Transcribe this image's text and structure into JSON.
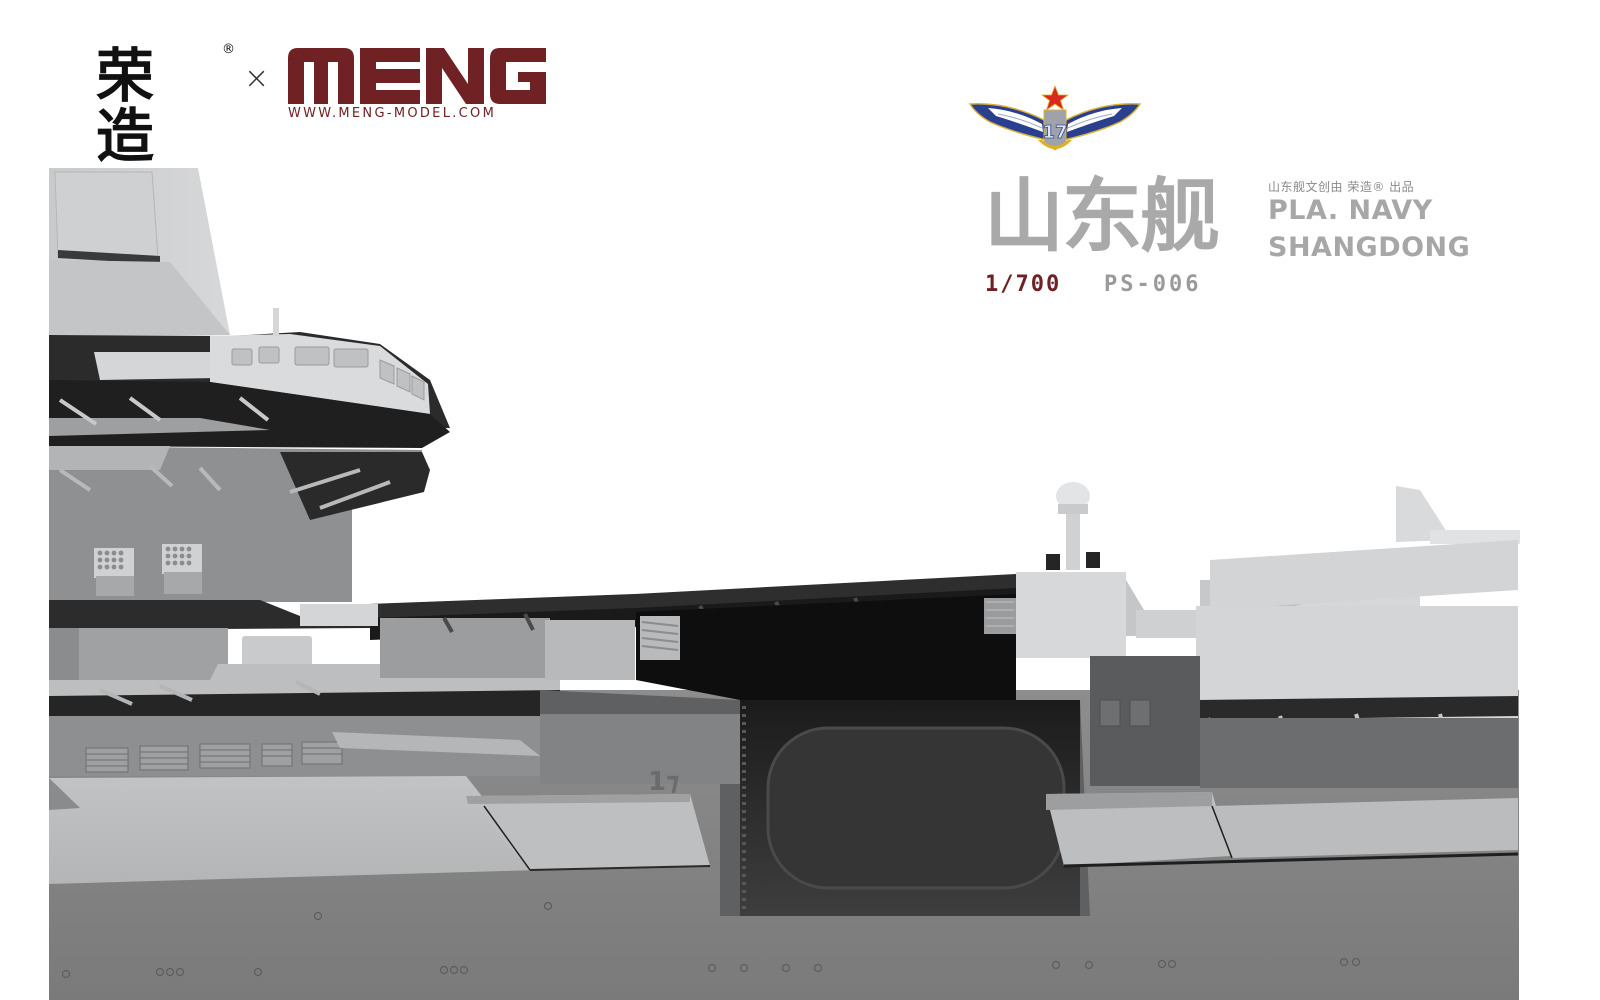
{
  "brand": {
    "partner_name_cn": "荣造",
    "registered_mark": "®",
    "separator": "×",
    "logo_text": "MENG",
    "website": "WWW.MENG-MODEL.COM",
    "logo_color": "#6f2124"
  },
  "badge": {
    "icon": "naval-aviation-wings-badge",
    "number": "17",
    "colors": {
      "star": "#d9281e",
      "wings": "#2b3f8f",
      "anchor": "#e0b020"
    }
  },
  "product": {
    "title_cn": "山东舰",
    "tagline_cn": "山东舰文创由 荣造® 出品",
    "title_en_line1": "PLA. NAVY",
    "title_en_line2": "SHANGDONG",
    "scale": "1/700",
    "code": "PS-006",
    "scale_color": "#6f2124",
    "title_color": "#a9a9a9"
  },
  "render": {
    "subject": "aircraft-carrier-model-render",
    "hull_number_partial": "1⁊",
    "background": "#ffffff"
  }
}
